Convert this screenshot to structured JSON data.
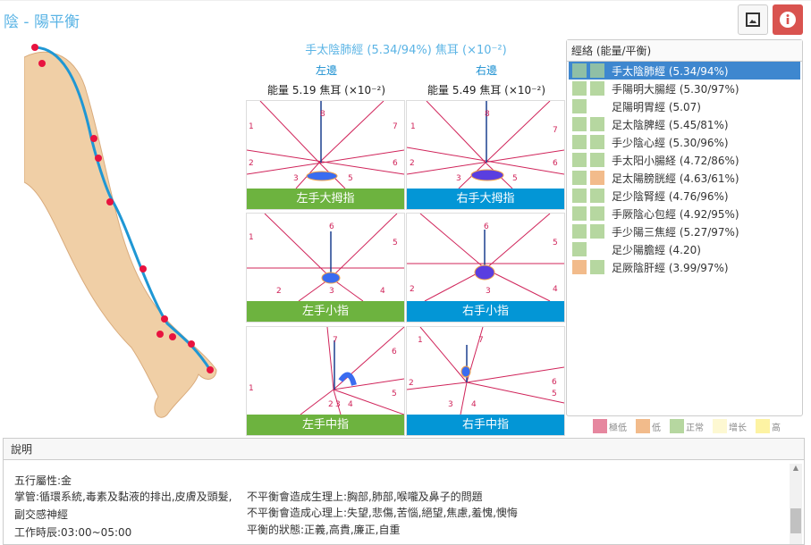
{
  "header": {
    "title": "陰 - 陽平衡",
    "image_icon": "image-icon",
    "info_icon": "info-icon"
  },
  "main": {
    "title": "手太陰肺經 (5.34/94%) 焦耳 (×10⁻²)",
    "left": {
      "label": "左邊",
      "energy": "能量 5.19 焦耳 (×10⁻²)"
    },
    "right": {
      "label": "右邊",
      "energy": "能量 5.49 焦耳 (×10⁻²)"
    },
    "panels": [
      {
        "caption": "左手大拇指",
        "labels": [
          "1",
          "8",
          "7",
          "2",
          "6",
          "3",
          "5"
        ]
      },
      {
        "caption": "右手大拇指",
        "labels": [
          "1",
          "8",
          "7",
          "2",
          "6",
          "3",
          "5"
        ]
      },
      {
        "caption": "左手小指",
        "labels": [
          "1",
          "6",
          "5",
          "2",
          "3",
          "4"
        ]
      },
      {
        "caption": "右手小指",
        "labels": [
          "6",
          "5",
          "4",
          "2",
          "3"
        ]
      },
      {
        "caption": "左手中指",
        "labels": [
          "7",
          "6",
          "1",
          "5",
          "2",
          "3",
          "4"
        ]
      },
      {
        "caption": "右手中指",
        "labels": [
          "1",
          "7",
          "6",
          "2",
          "3",
          "4",
          "5"
        ]
      }
    ]
  },
  "meridians": {
    "header": "經絡 (能量/平衡)",
    "items": [
      {
        "label": "手太陰肺經 (5.34/94%)",
        "c1": "#8fbfa6",
        "c2": "#8fbfa6",
        "selected": true
      },
      {
        "label": "手陽明大腸經 (5.30/97%)",
        "c1": "#b6d7a0",
        "c2": "#b6d7a0"
      },
      {
        "label": "足陽明胃經 (5.07)",
        "c1": "#b6d7a0",
        "c2": ""
      },
      {
        "label": "足太陰脾經 (5.45/81%)",
        "c1": "#b6d7a0",
        "c2": "#b6d7a0"
      },
      {
        "label": "手少陰心經 (5.30/96%)",
        "c1": "#b6d7a0",
        "c2": "#b6d7a0"
      },
      {
        "label": "手太阳小腸経 (4.72/86%)",
        "c1": "#b6d7a0",
        "c2": "#b6d7a0"
      },
      {
        "label": "足太陽膀胱經 (4.63/61%)",
        "c1": "#b6d7a0",
        "c2": "#f2bb8b"
      },
      {
        "label": "足少陰腎經 (4.76/96%)",
        "c1": "#b6d7a0",
        "c2": "#b6d7a0"
      },
      {
        "label": "手厥陰心包經 (4.92/95%)",
        "c1": "#b6d7a0",
        "c2": "#b6d7a0"
      },
      {
        "label": "手少陽三焦經 (5.27/97%)",
        "c1": "#b6d7a0",
        "c2": "#b6d7a0"
      },
      {
        "label": "足少陽膽經 (4.20)",
        "c1": "#b6d7a0",
        "c2": ""
      },
      {
        "label": "足厥陰肝經 (3.99/97%)",
        "c1": "#f2bb8b",
        "c2": "#b6d7a0"
      }
    ]
  },
  "legend": [
    {
      "label": "極低",
      "color": "#e6879f"
    },
    {
      "label": "低",
      "color": "#f2bb8b"
    },
    {
      "label": "正常",
      "color": "#b6d7a0"
    },
    {
      "label": "增长",
      "color": "#fdf8d2"
    },
    {
      "label": "高",
      "color": "#fdf3a3"
    }
  ],
  "description": {
    "header": "說明",
    "element": "五行屬性:金",
    "governs": "掌管:循環系統,毒素及黏液的排出,皮膚及頭髮,",
    "governs2": "副交感神經",
    "hours": "工作時辰:03:00~05:00",
    "physical": "不平衡會造成生理上:胸部,肺部,喉嚨及鼻子的問題",
    "mental": "不平衡會造成心理上:失望,悲傷,苦惱,絕望,焦慮,羞愧,懊悔",
    "balanced": "平衡的狀態:正義,高貴,廉正,自重"
  }
}
